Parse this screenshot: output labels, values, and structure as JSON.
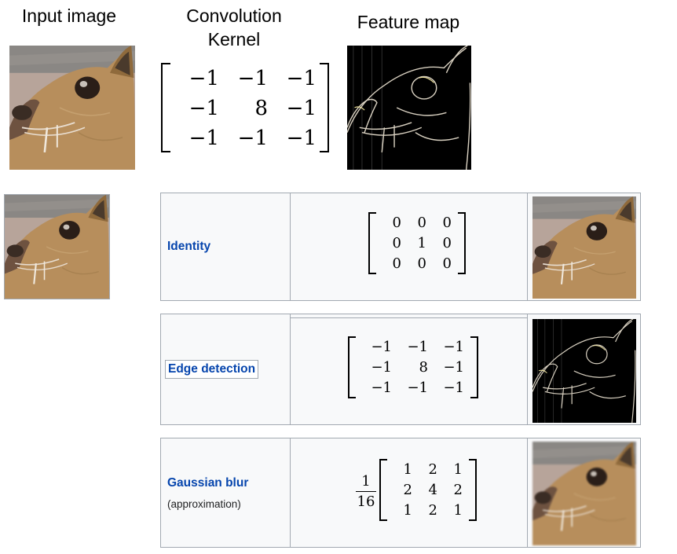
{
  "headers": {
    "input": "Input image",
    "kernel_line1": "Convolution",
    "kernel_line2": "Kernel",
    "feature": "Feature map"
  },
  "main_kernel": [
    [
      "−1",
      "−1",
      "−1"
    ],
    [
      "−1",
      "8",
      "−1"
    ],
    [
      "−1",
      "−1",
      "−1"
    ]
  ],
  "table": {
    "rows": [
      {
        "label": "Identity",
        "kernel": [
          [
            "0",
            "0",
            "0"
          ],
          [
            "0",
            "1",
            "0"
          ],
          [
            "0",
            "0",
            "0"
          ]
        ]
      },
      {
        "label": "Edge detection",
        "kernel": [
          [
            "−1",
            "−1",
            "−1"
          ],
          [
            "−1",
            "8",
            "−1"
          ],
          [
            "−1",
            "−1",
            "−1"
          ]
        ]
      },
      {
        "label": "Gaussian blur",
        "sublabel": "(approximation)",
        "frac_num": "1",
        "frac_den": "16",
        "kernel": [
          [
            "1",
            "2",
            "1"
          ],
          [
            "2",
            "4",
            "2"
          ],
          [
            "1",
            "2",
            "1"
          ]
        ]
      }
    ]
  },
  "colors": {
    "link": "#0645ad",
    "table_bg": "#f8f9fa",
    "table_border": "#a2a9b1"
  }
}
